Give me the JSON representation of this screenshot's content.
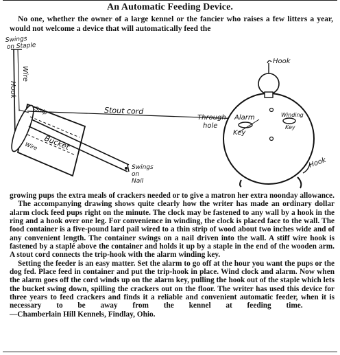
{
  "article": {
    "title": "An Automatic Feeding Device.",
    "intro": "No one, whether the owner of a large kennel or the fancier who raises a few litters a year, would not welcome a device that will automatically feed the",
    "continuation": "growing pups the extra meals of crackers needed or to give a matron her extra noonday allowance.",
    "paragraph2": "The accompanying drawing shows quite clearly how the writer has made an ordinary dollar alarm clock feed pups right on the minute. The clock may be fastened to any wall by a hook in the ring and a hook over one leg. For convenience in winding, the clock is placed face to the wall. The food container is a five-pound lard pail wired to a thin strip of wood about two inches wide and of any convenient length. The container swings on a nail driven into the wall. A stiff wire hook is fastened by a staplé above the container and holds it up by a staple in the end of the wooden arm. A stout cord connects the trip-hook with the alarm winding key.",
    "paragraph3": "Setting the feeder is an easy matter. Set the alarm to go off at the hour you want the pups or the dog fed. Place feed in container and put the trip-hook in place. Wind clock and alarm. Now when the alarm goes off the cord winds up on the alarm key, pulling the hook out of the staple which lets the bucket swing down, spilling the crackers out on the floor. The writer has used this device for three years to feed crackers and finds it a reliable and convenient automatic feeder, when it is necessary to be away from the kennel at feeding time.",
    "signature": "—Chamberlain Hill Kennels, Findlay, Ohio."
  },
  "figure": {
    "labels": {
      "swings_on_staple_1": "Swings",
      "swings_on_staple_2": "on Staple",
      "wire": "Wire",
      "hook_left": "Hook",
      "stout_cord": "Stout cord",
      "through_hole_1": "Through",
      "through_hole_2": "hole",
      "alarm_key_1": "Alarm",
      "alarm_key_2": "Key",
      "winding_key_1": "Winding",
      "winding_key_2": "Key",
      "hook_top": "Hook",
      "hook_bottom": "Hook",
      "swings_on_nail_1": "Swings",
      "swings_on_nail_2": "on",
      "swings_on_nail_3": "Nail",
      "bucket": "Bucket",
      "wire_on_bucket": "Wire",
      "strip": "Strip"
    }
  }
}
